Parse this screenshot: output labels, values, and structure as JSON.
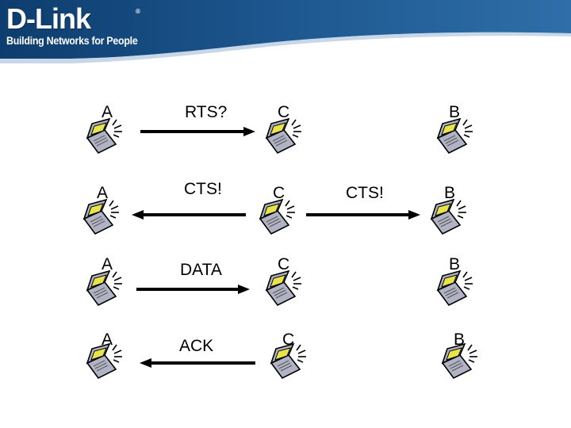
{
  "header": {
    "brand": "D-Link",
    "registered_mark": "®",
    "tagline": "Building Networks for People",
    "colors": {
      "banner_dark": "#0d3d6e",
      "banner_light": "#2f6ea8",
      "text": "#ffffff"
    }
  },
  "diagram": {
    "rows": [
      {
        "nodes": {
          "a": "A",
          "c": "C",
          "b": "B"
        },
        "messages": [
          {
            "label": "RTS?",
            "direction": "A to C"
          }
        ]
      },
      {
        "nodes": {
          "a": "A",
          "c": "C",
          "b": "B"
        },
        "messages": [
          {
            "label": "CTS!",
            "direction": "C to A"
          },
          {
            "label": "CTS!",
            "direction": "C to B"
          }
        ]
      },
      {
        "nodes": {
          "a": "A",
          "c": "C",
          "b": "B"
        },
        "messages": [
          {
            "label": "DATA",
            "direction": "A to C"
          }
        ]
      },
      {
        "nodes": {
          "a": "A",
          "c": "C",
          "b": "B"
        },
        "messages": [
          {
            "label": "ACK",
            "direction": "C to A"
          }
        ]
      }
    ],
    "icon": "laptop-icon",
    "colors": {
      "laptop_body": "#b0b3c4",
      "laptop_screen": "#e8e34a",
      "outline": "#000000"
    }
  }
}
